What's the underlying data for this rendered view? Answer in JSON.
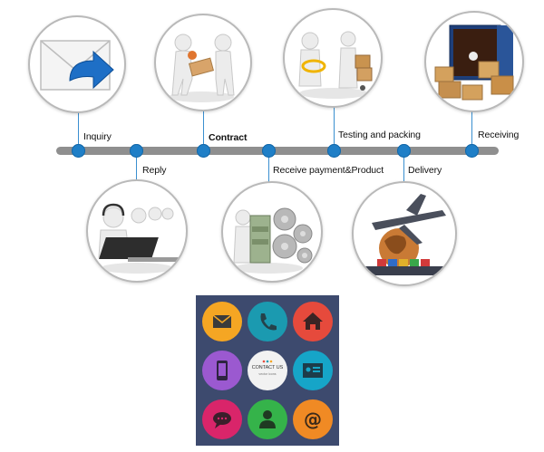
{
  "steps": {
    "inquiry": "Inquiry",
    "reply": "Reply",
    "contract": "Contract",
    "receive_payment": "Receive payment&Product",
    "testing_packing": "Testing and packing",
    "delivery": "Delivery",
    "receiving": "Receiving"
  },
  "icons": {
    "inquiry": "envelope-reply-icon",
    "reply": "call-center-icon",
    "contract": "handshake-contract-icon",
    "receive_payment": "money-gears-icon",
    "testing_packing": "testing-packing-icon",
    "delivery": "airplane-globe-ship-icon",
    "receiving": "container-boxes-icon"
  },
  "contact_panel": {
    "center_title": "CONTACT US",
    "center_sub": "vector icons",
    "tiles": [
      "mail-icon",
      "phone-icon",
      "home-icon",
      "mobile-icon",
      "contact-us-badge",
      "id-card-icon",
      "chat-icon",
      "user-icon",
      "at-icon"
    ]
  },
  "colors": {
    "timeline": "#8f8f8f",
    "node": "#1f7fc7",
    "panel": "#3d4a6e",
    "mail": "#f5a623",
    "phone": "#1b9ab0",
    "home": "#e64a3c",
    "mobile": "#9b59d0",
    "idcard": "#16a5c8",
    "chat": "#d9256a",
    "user": "#35b34a",
    "at": "#f08a24"
  }
}
